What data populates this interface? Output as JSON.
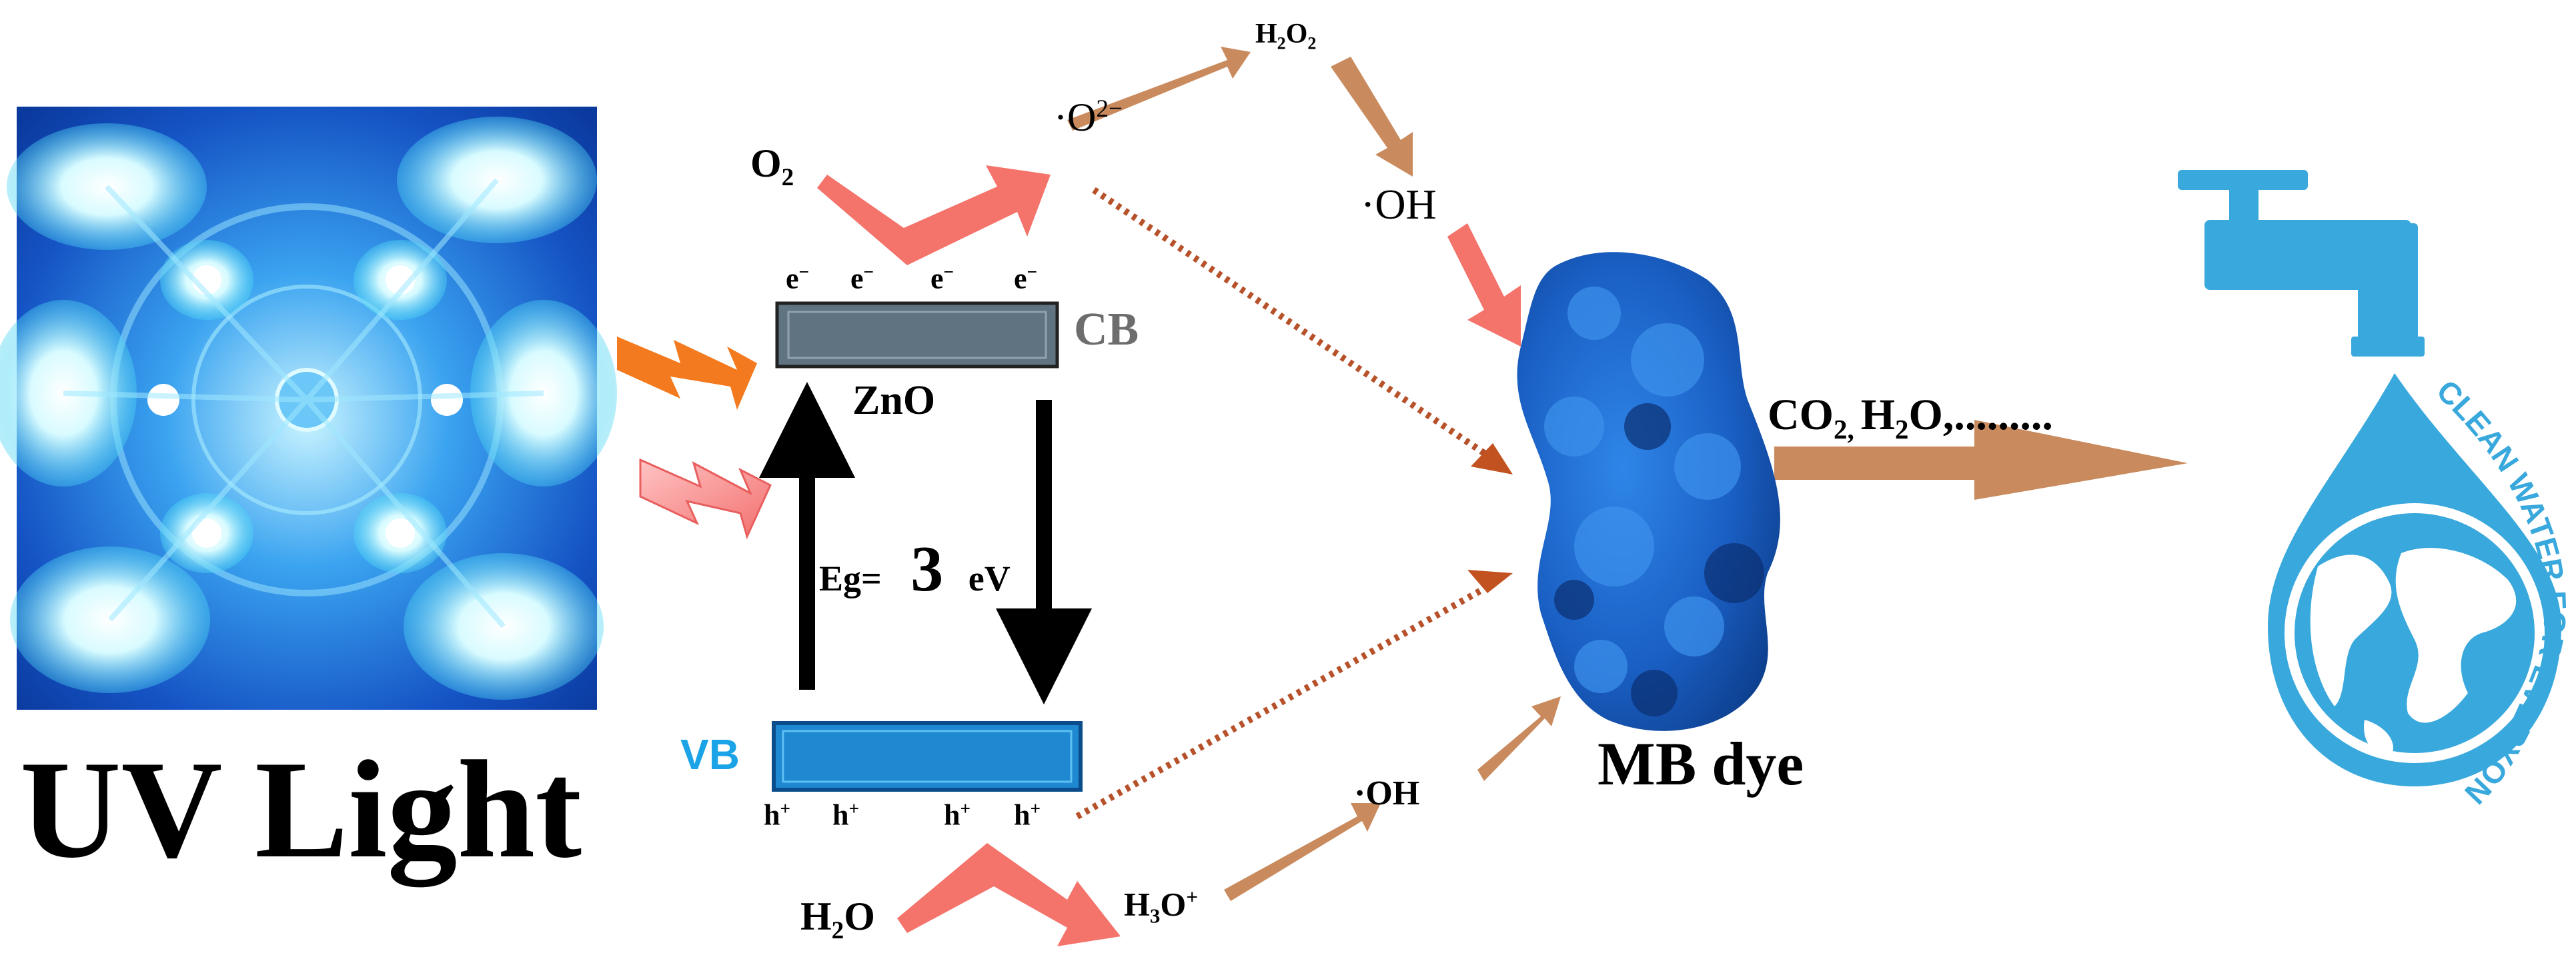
{
  "uv": {
    "label": "UV Light"
  },
  "band": {
    "cb_label": "CB",
    "vb_label": "VB",
    "material": "ZnO",
    "electron": {
      "base": "e",
      "sup": "−"
    },
    "hole": {
      "base": "h",
      "sup": "+"
    },
    "gap_prefix": "Eg=",
    "gap_value": "3",
    "gap_unit": "eV"
  },
  "species": {
    "o2": {
      "base": "O",
      "sub": "2"
    },
    "superoxide": {
      "base": "·O",
      "sup": "2−"
    },
    "h2o2": {
      "a": "H",
      "sub": "2",
      "b": "O",
      "sub2": "2"
    },
    "oh_top": "·OH",
    "oh_bottom": "·OH",
    "h2o": {
      "a": "H",
      "sub": "2",
      "b": "O"
    },
    "h3o": {
      "a": "H",
      "sub": "3",
      "b": "O",
      "sup": "+"
    }
  },
  "dye": {
    "label": "MB dye"
  },
  "products": {
    "co2": "CO",
    "co2_sub": "2,",
    "h2o": "H",
    "h2o_sub": "2",
    "h2o_end": "O,........."
  },
  "drop": {
    "label": "CLEAN WATER FOR EVERYONE"
  },
  "colors": {
    "salmon": "#f4736b",
    "brown": "#c98a5e",
    "dotted": "#b6512a",
    "cb_fill": "#5f7380",
    "vb_fill": "#1e88d1",
    "vb_label": "#1aa3e6",
    "cb_label": "#6d6d6d",
    "dye": "#1c62c4",
    "tap": "#39a8dc",
    "uv_bg": "#1d6fd8"
  }
}
